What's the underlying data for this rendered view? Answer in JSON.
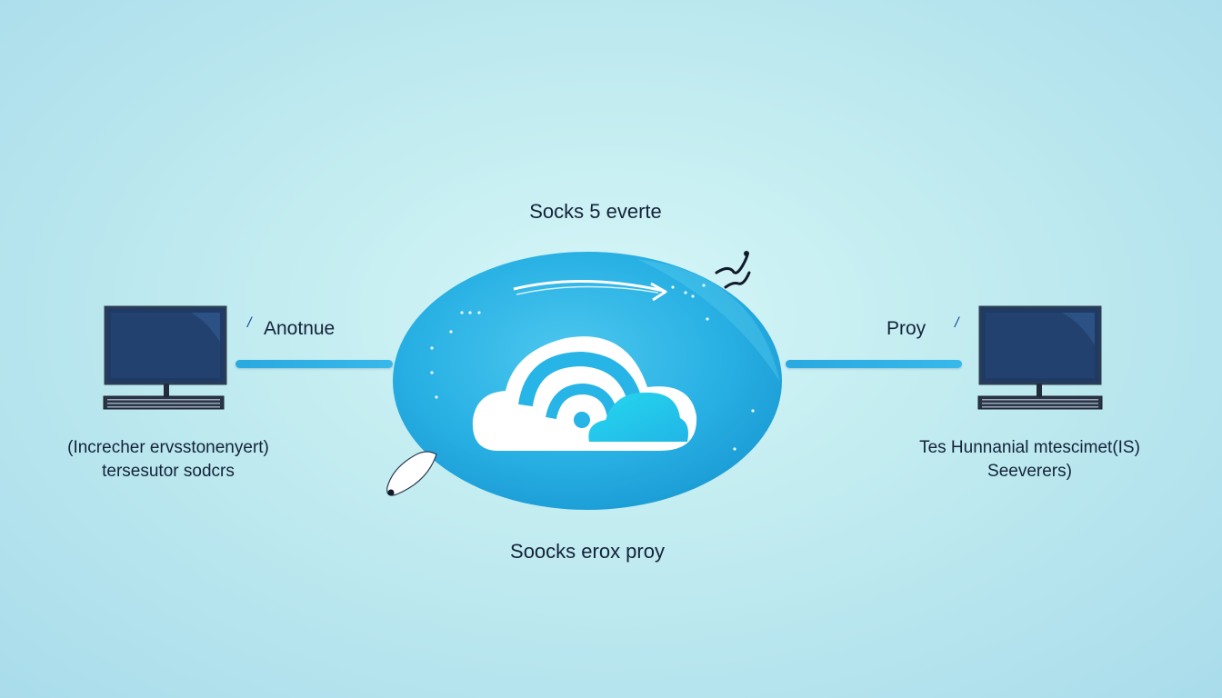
{
  "colors": {
    "background": "#c6eef2",
    "bubble": "#2bb3e3",
    "bubble_dark": "#1a9fd6",
    "cloud_white": "#ffffff",
    "cloud_accent": "#2ad0ec",
    "line_blue": "#2aa9e0",
    "monitor_screen": "#1f3a64",
    "text": "#14233a"
  },
  "center_node": {
    "top_label": "Socks 5 everte",
    "bottom_label": "Soocks erox proy",
    "icon": "cloud-signal-icon"
  },
  "left_node": {
    "connector_label": "Anotnue",
    "caption_line1": "(Increcher ervsstonenyert)",
    "caption_line2": "tersesutor sodcrs",
    "icon": "desktop-computer-icon"
  },
  "right_node": {
    "connector_label": "Proy",
    "caption_line1": "Tes Hunnanial mtescimet(IS)",
    "caption_line2": "Seeverers)",
    "icon": "desktop-computer-icon"
  }
}
